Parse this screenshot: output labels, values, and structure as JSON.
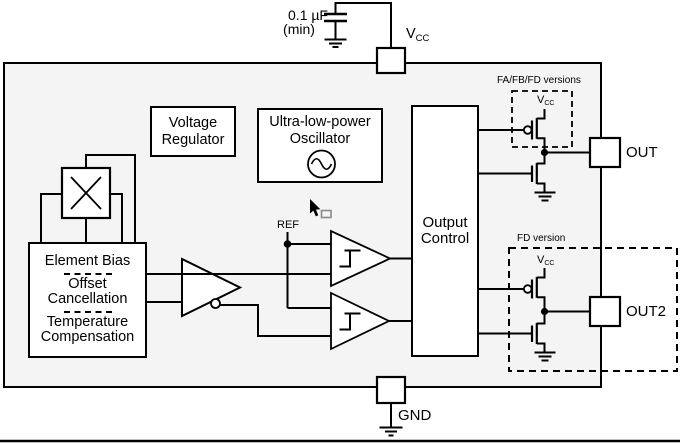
{
  "diagram": {
    "bypass_cap": {
      "value": "0.1 µF",
      "qualifier": "(min)"
    },
    "pins": {
      "vcc": {
        "v": "V",
        "sub": "CC"
      },
      "out": "OUT",
      "out2": "OUT2",
      "gnd": "GND"
    },
    "blocks": {
      "voltage_regulator": {
        "line1": "Voltage",
        "line2": "Regulator"
      },
      "oscillator": {
        "line1": "Ultra-low-power",
        "line2": "Oscillator"
      },
      "signal_chain": {
        "line1": "Element Bias",
        "line2": "Offset",
        "line3": "Cancellation",
        "line4": "Temperature",
        "line5": "Compensation"
      },
      "amplifier": "Amp",
      "reference": "REF",
      "output_control": {
        "line1": "Output",
        "line2": "Control"
      }
    },
    "variants": {
      "push_pull": "FA/FB/FD versions",
      "fd_only": "FD version"
    },
    "colors": {
      "line": "#000000",
      "ic_fill": "#f4f4f4",
      "block_fill": "#ffffff"
    }
  }
}
